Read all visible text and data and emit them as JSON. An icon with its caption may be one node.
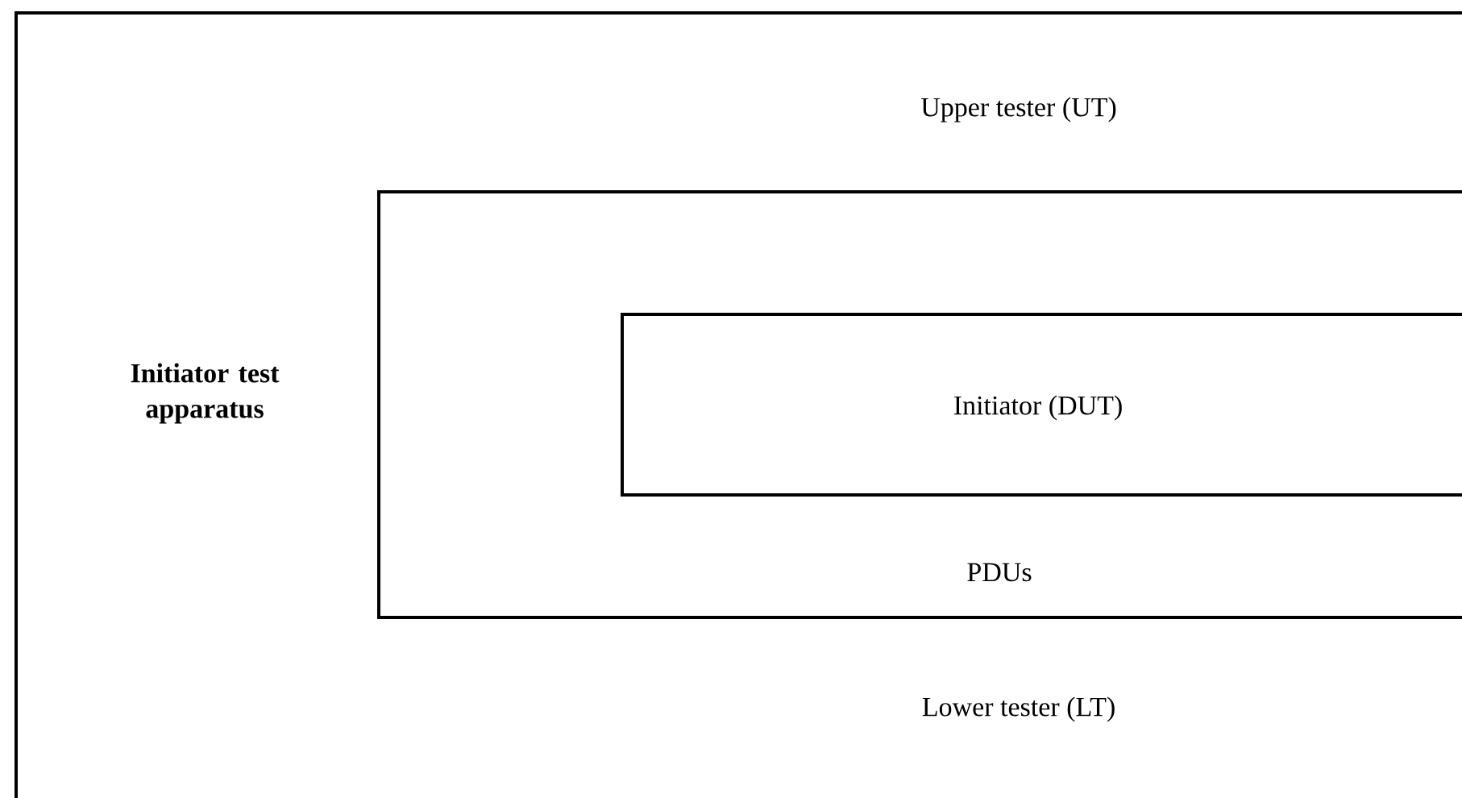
{
  "diagram": {
    "nodes": [
      {
        "text": [
          "Initiator test apparatus",
          "Upper tester (UT)",
          "Lower tester (LT)"
        ]
      },
      {
        "text": [
          "PDUs"
        ],
        "in": 0
      },
      {
        "text": [
          "Initiator (DUT)"
        ],
        "in": 1
      }
    ]
  }
}
